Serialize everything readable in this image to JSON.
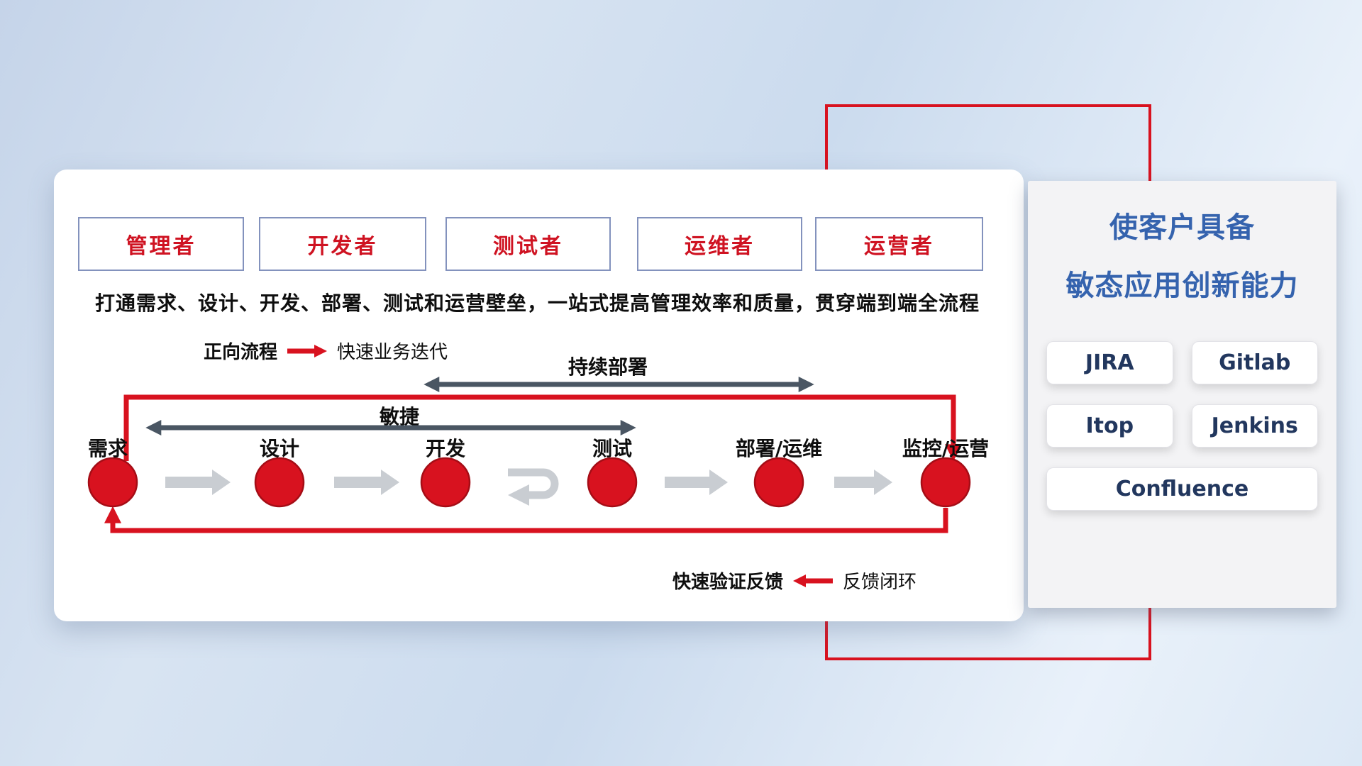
{
  "roles": {
    "items": [
      {
        "label": "管理者"
      },
      {
        "label": "开发者"
      },
      {
        "label": "测试者"
      },
      {
        "label": "运维者"
      },
      {
        "label": "运营者"
      }
    ]
  },
  "subtitle": "打通需求、设计、开发、部署、测试和运营壁垒，一站式提高管理效率和质量，贯穿端到端全流程",
  "legend_forward": {
    "label": "正向流程",
    "desc": "快速业务迭代"
  },
  "span_arrows": {
    "continuous_deployment": "持续部署",
    "agile": "敏捷"
  },
  "flow": {
    "nodes": [
      {
        "label": "需求"
      },
      {
        "label": "设计"
      },
      {
        "label": "开发"
      },
      {
        "label": "测试"
      },
      {
        "label": "部署/运维"
      },
      {
        "label": "监控/运营"
      }
    ]
  },
  "legend_feedback": {
    "label": "快速验证反馈",
    "desc": "反馈闭环"
  },
  "right_panel": {
    "title_line1": "使客户具备",
    "title_line2": "敏态应用创新能力",
    "tools": [
      {
        "label": "JIRA"
      },
      {
        "label": "Gitlab"
      },
      {
        "label": "Itop"
      },
      {
        "label": "Jenkins"
      },
      {
        "label": "Confluence"
      }
    ]
  },
  "colors": {
    "accent_red": "#d8121f",
    "arrow_dark": "#4a5663",
    "arrow_gray": "#c9cdd2",
    "title_blue": "#3563ae",
    "role_text_red": "#cf1322",
    "role_border_blue": "#8392bd"
  }
}
